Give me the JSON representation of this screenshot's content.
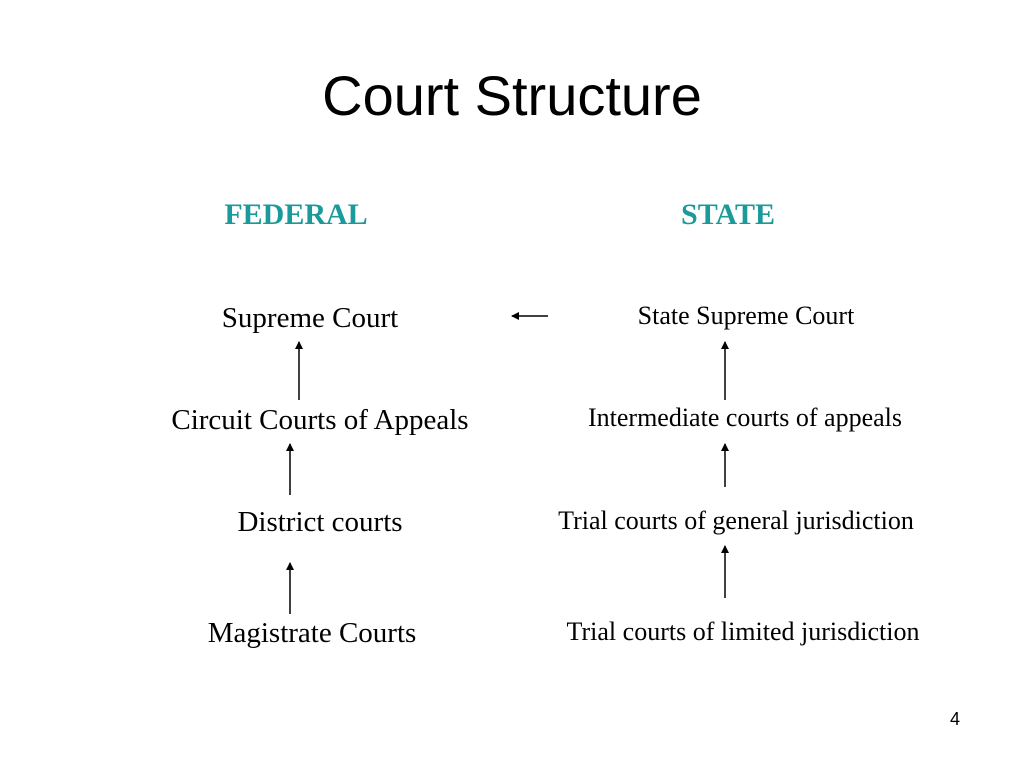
{
  "title": "Court Structure",
  "accent_color": "#1a9a9a",
  "federal": {
    "heading": "FEDERAL",
    "courts": [
      "Supreme Court",
      "Circuit Courts of Appeals",
      "District courts",
      "Magistrate Courts"
    ]
  },
  "state": {
    "heading": "STATE",
    "courts": [
      "State Supreme Court",
      "Intermediate courts of appeals",
      "Trial courts of general jurisdiction",
      "Trial courts of limited jurisdiction"
    ]
  },
  "page_number": "4",
  "icons": {
    "up_arrow": "arrow-up-icon",
    "left_arrow": "arrow-left-icon"
  }
}
